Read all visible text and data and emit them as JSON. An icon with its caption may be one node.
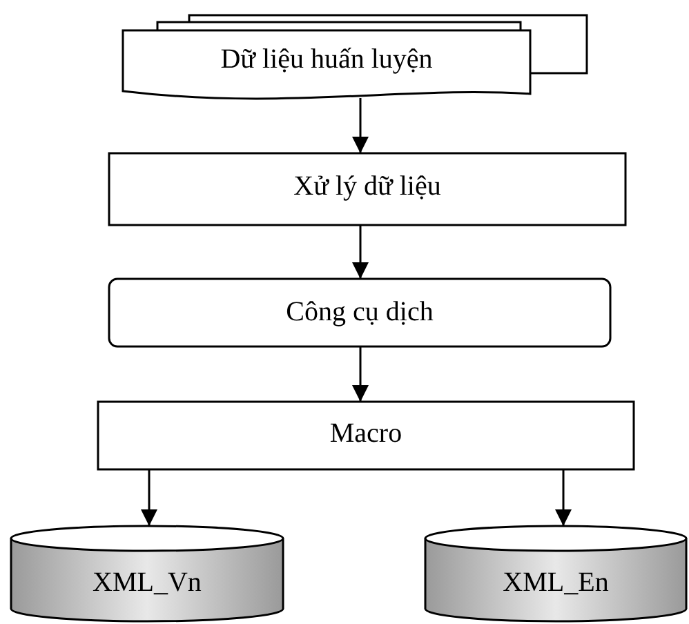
{
  "diagram": {
    "nodes": [
      {
        "text": [
          "Dữ liệu huấn luyện"
        ]
      },
      {
        "text": [
          "Xử lý dữ liệu"
        ]
      },
      {
        "text": [
          "Công cụ dịch"
        ]
      },
      {
        "text": [
          "Macro"
        ]
      },
      {
        "text": [
          "XML_Vn"
        ]
      },
      {
        "text": [
          "XML_En"
        ]
      }
    ],
    "edges": [
      {
        "from": 0,
        "to": 1,
        "arrow": "to"
      },
      {
        "from": 1,
        "to": 2,
        "arrow": "to"
      },
      {
        "from": 2,
        "to": 3,
        "arrow": "to"
      },
      {
        "from": 3,
        "to": 4,
        "arrow": "to"
      },
      {
        "from": 3,
        "to": 5,
        "arrow": "to"
      }
    ]
  }
}
